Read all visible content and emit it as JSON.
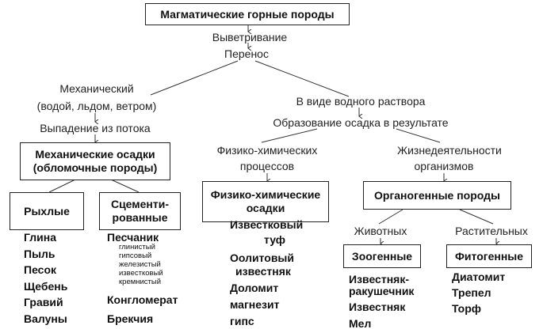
{
  "title": "Магматические горные породы",
  "weathering": "Выветривание",
  "transport": "Перенос",
  "mechanical": {
    "line1": "Механический",
    "line2": "(водой, льдом, ветром)",
    "fallout": "Выпадение из потока",
    "box_line1": "Механические осадки",
    "box_line2": "(обломочные породы)",
    "loose": {
      "label": "Рыхлые",
      "items": [
        "Глина",
        "Пыль",
        "Песок",
        "Щебень",
        "Гравий",
        "Валуны"
      ]
    },
    "cemented": {
      "label_line1": "Сцементи-",
      "label_line2": "рованные",
      "main": "Песчаник",
      "subtypes": [
        "глинистый",
        "гипсовый",
        "железистый",
        "известковый",
        "кремнистый"
      ],
      "others": [
        "Конгломерат",
        "Брекчия"
      ]
    }
  },
  "solution": {
    "label": "В виде водного раствора",
    "formation": "Образование осадка в результате",
    "physchem": {
      "line1": "Физико-химических",
      "line2": "процессов",
      "box_line1": "Физико-химические",
      "box_line2": "осадки",
      "items": [
        "Известковый",
        "туф",
        "Оолитовый",
        "известняк",
        "Доломит",
        "магнезит",
        "гипс"
      ]
    },
    "organic": {
      "line1": "Жизнедеятельности",
      "line2": "организмов",
      "box": "Органогенные породы",
      "animal": "Животных",
      "plant": "Растительных",
      "zoo": {
        "label": "Зоогенные",
        "items": [
          "Известняк-",
          "ракушечник",
          "Известняк",
          "Мел"
        ]
      },
      "phyto": {
        "label": "Фитогенные",
        "items": [
          "Диатомит",
          "Трепел",
          "Торф"
        ]
      }
    }
  }
}
